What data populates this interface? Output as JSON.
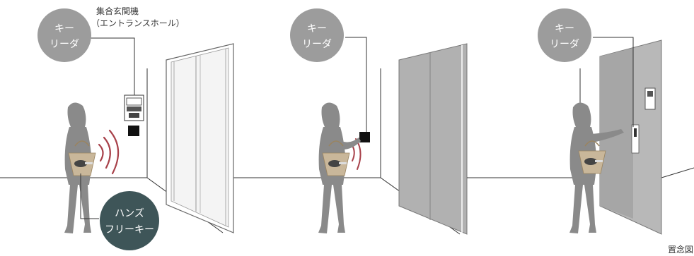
{
  "colors": {
    "badge_gray": "#9c9c9c",
    "badge_dark": "#3e5558",
    "silhouette": "#8a8a8a",
    "bag": "#c9b79a",
    "waves": "#a8414a",
    "line": "#333333",
    "glass_panel": "#ffffff",
    "gray_panel": "#b1b1b1"
  },
  "panels": [
    {
      "badge": {
        "line1": "キー",
        "line2": "リーダ"
      },
      "device_label": {
        "line1": "集合玄関機",
        "line2": "（エントランスホール）"
      },
      "handsfree_badge": {
        "line1": "ハンズ",
        "line2": "フリーキー"
      }
    },
    {
      "badge": {
        "line1": "キー",
        "line2": "リーダ"
      }
    },
    {
      "badge": {
        "line1": "キー",
        "line2": "リーダ"
      }
    }
  ],
  "footer_note": "置念図"
}
